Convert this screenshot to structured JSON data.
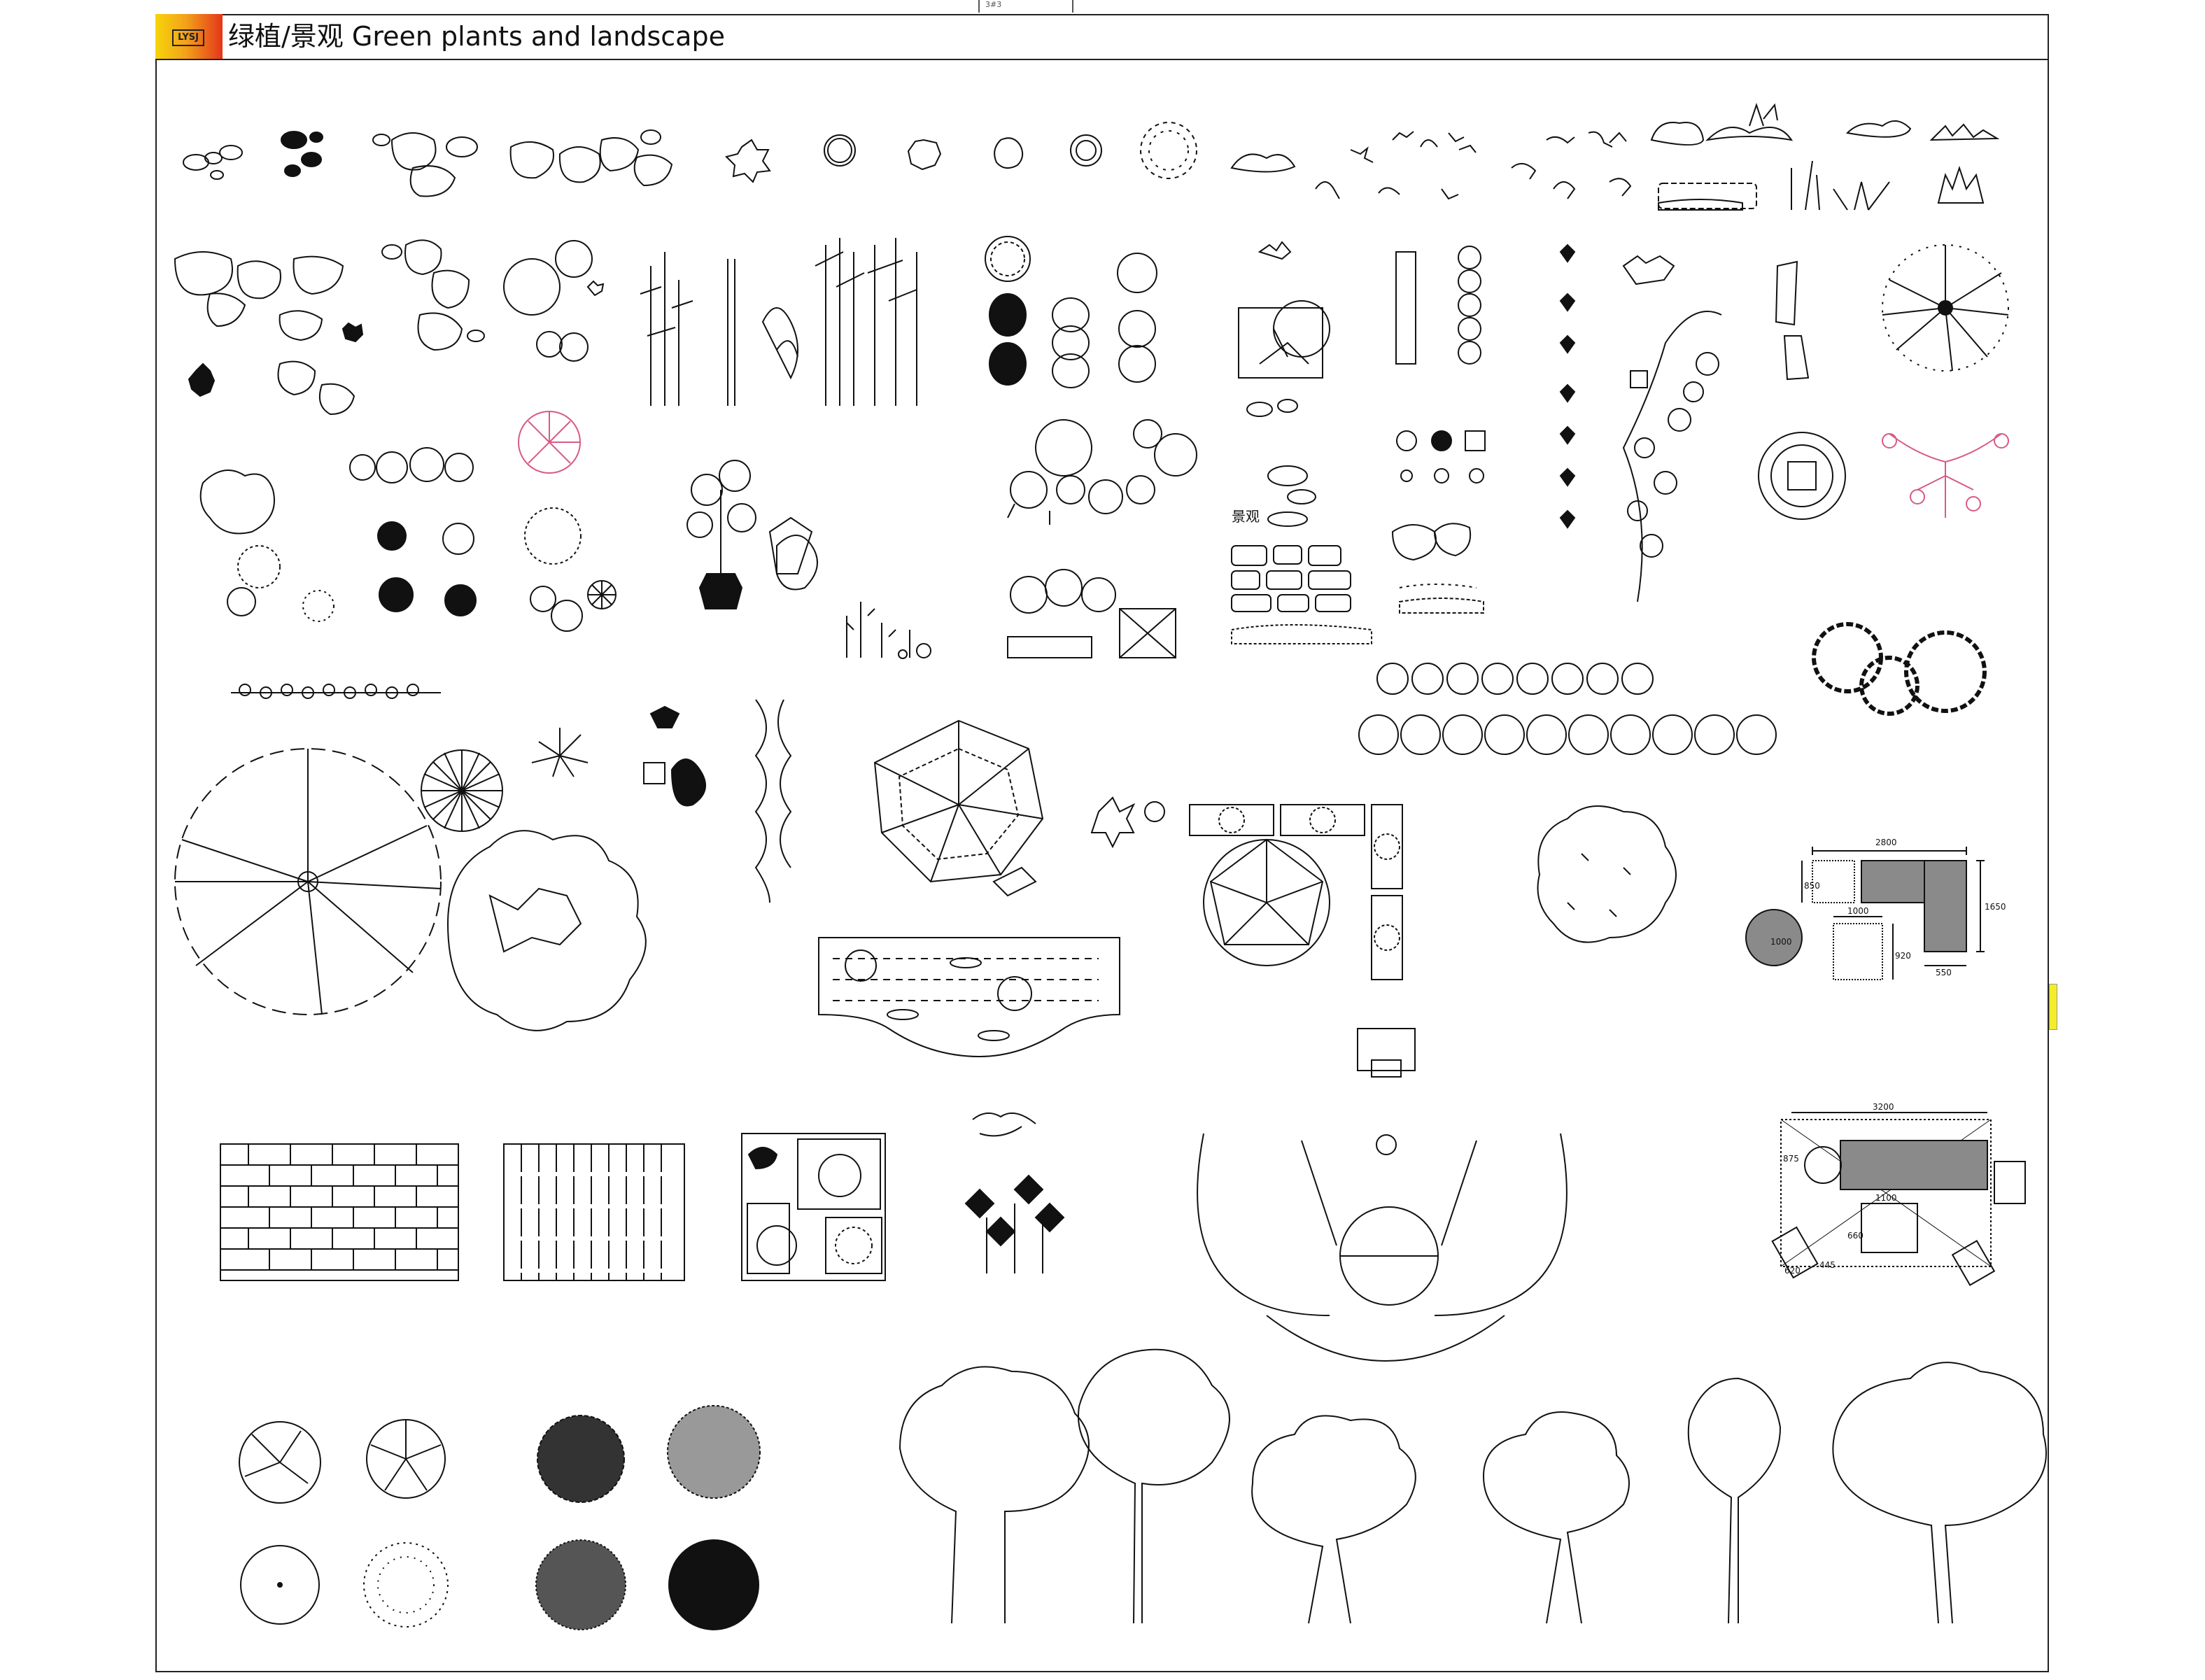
{
  "header": {
    "logo_text": "LYSJ",
    "title": "绿植/景观 Green plants and landscape"
  },
  "labels": {
    "landscape_cn": "景观"
  },
  "dimensions": {
    "sofa_1": [
      "2800",
      "850",
      "1650",
      "1000",
      "1000",
      "920",
      "550"
    ],
    "sofa_2": [
      "3200",
      "875",
      "1100",
      "660",
      "445",
      "620"
    ]
  },
  "colors": {
    "line": "#111111",
    "accent_pink": "#d85a86",
    "logo_yellow": "#f6d40a",
    "logo_red": "#e4361a",
    "fill_grey": "#8a8a8a"
  }
}
